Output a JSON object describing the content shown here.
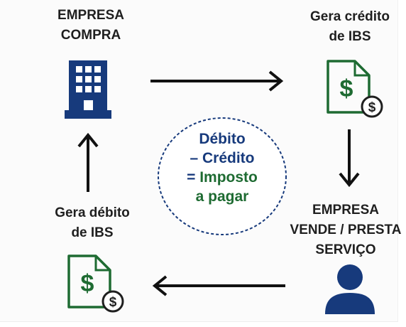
{
  "top_left": {
    "line1": "EMPRESA",
    "line2": "COMPRA"
  },
  "top_right": {
    "line1": "Gera crédito",
    "line2": "de IBS"
  },
  "bottom_right": {
    "line1": "EMPRESA",
    "line2": "VENDE / PRESTA",
    "line3": "SERVIÇO"
  },
  "bottom_left": {
    "line1": "Gera débito",
    "line2": "de IBS"
  },
  "center": {
    "line1": "Débito",
    "line2": "– Crédito",
    "line3_prefix": "= ",
    "line3_word": "Imposto",
    "line4": "a pagar"
  },
  "document_icon_symbol": "$",
  "coin_icon_symbol": "$",
  "colors": {
    "navy": "#173a7c",
    "green": "#1e6b32",
    "arrow": "#111111",
    "text": "#1f1f1f"
  },
  "icons": [
    "office-building-icon",
    "dollar-document-icon",
    "person-icon"
  ]
}
